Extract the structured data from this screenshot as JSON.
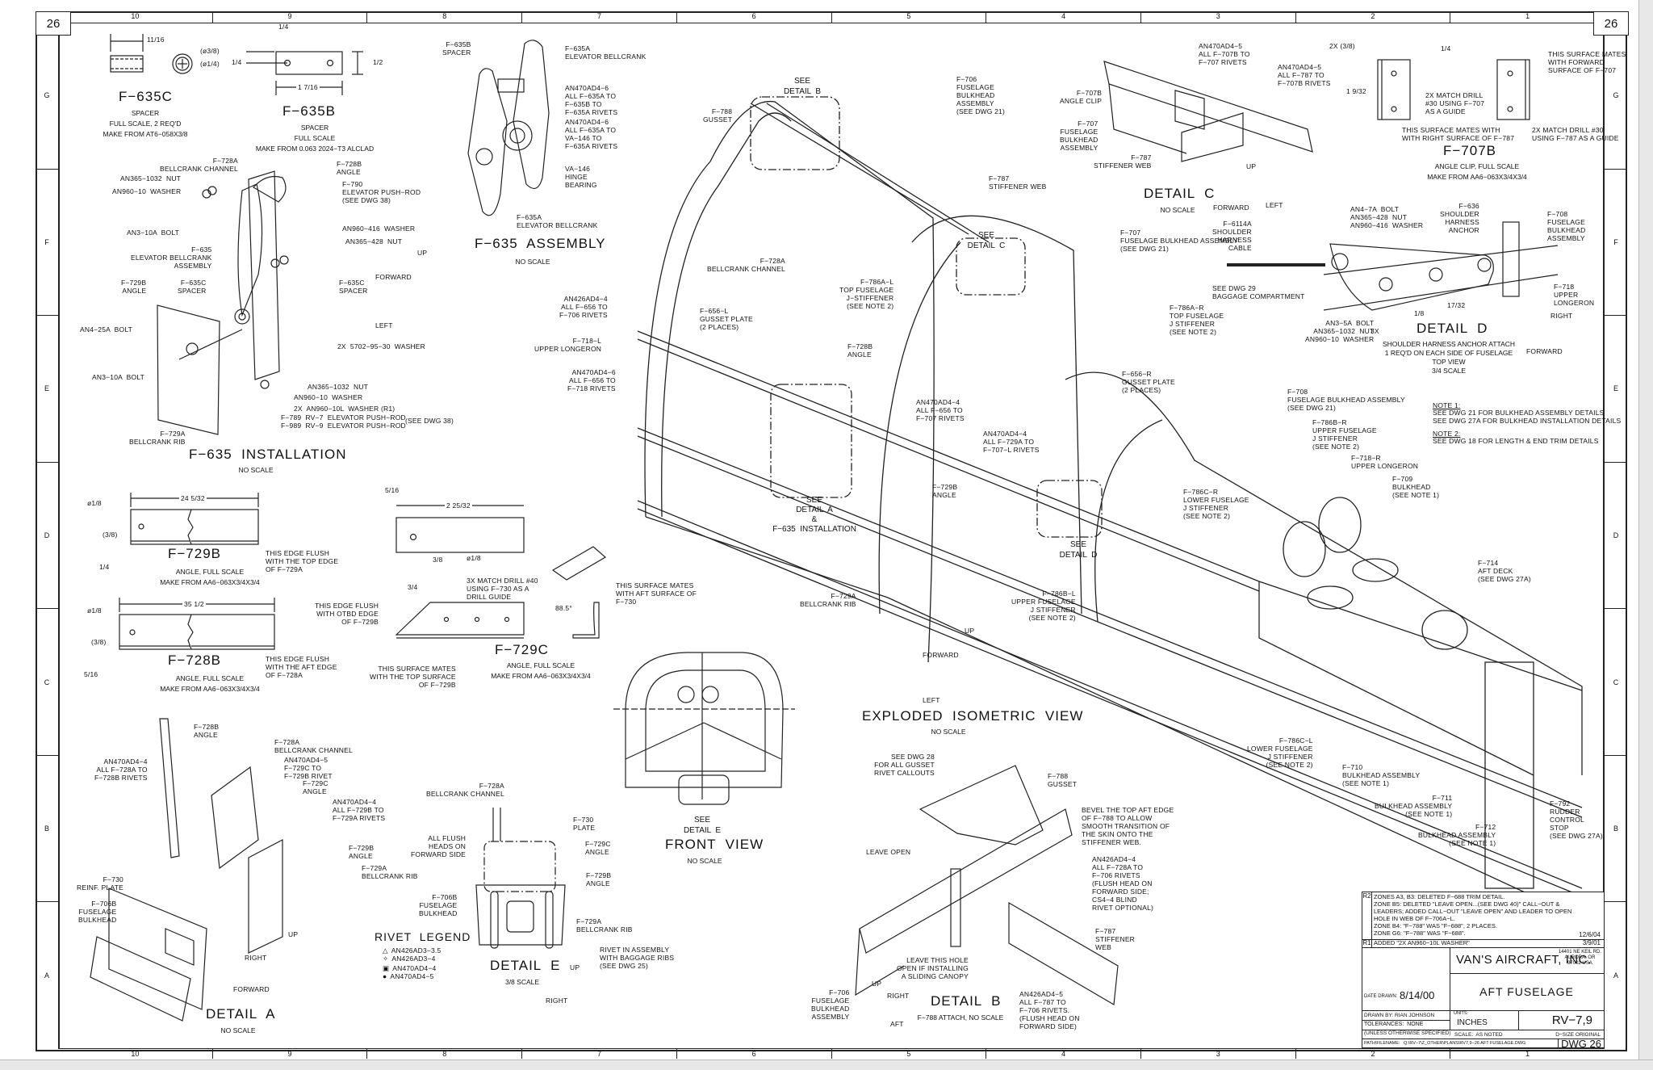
{
  "sheet": {
    "dwg_number_corner": "26",
    "zones_top": [
      "10",
      "9",
      "8",
      "7",
      "6",
      "5",
      "4",
      "3",
      "2",
      "1"
    ],
    "zones_bottom": [
      "10",
      "9",
      "8",
      "7",
      "6",
      "5",
      "4",
      "3",
      "2",
      "1"
    ],
    "zones_side": [
      "G",
      "F",
      "E",
      "D",
      "C",
      "B",
      "A"
    ]
  },
  "views": {
    "f635c": {
      "title": "F−635C",
      "sub": "SPACER\nFULL SCALE, 2 REQ'D\nMAKE FROM AT6−058X3/8",
      "dims": {
        "length": "11/16",
        "od": "(ø3/8)",
        "id": "(ø1/4)"
      }
    },
    "f635b": {
      "title": "F−635B",
      "sub": "SPACER\nFULL SCALE\nMAKE FROM 0.063 2024−T3 ALCLAD",
      "dims": {
        "top": "1/4",
        "left": "1/4",
        "height": "1/2",
        "length": "1 7/16"
      }
    },
    "f635_assembly": {
      "title": "F−635  ASSEMBLY",
      "sub": "NO SCALE",
      "callouts": [
        "F−635B\nSPACER",
        "F−635A\nELEVATOR BELLCRANK",
        "AN470AD4−6\nALL F−635A TO\nF−635B TO\nF−635A RIVETS",
        "AN470AD4−6\nALL F−635A TO\nVA−146 TO\nF−635A RIVETS",
        "VA−146\nHINGE\nBEARING",
        "F−635A\nELEVATOR BELLCRANK"
      ]
    },
    "f635_installation": {
      "title": "F−635  INSTALLATION",
      "sub": "NO SCALE",
      "callouts": [
        "F−728A\nBELLCRANK CHANNEL",
        "F−728B\nANGLE",
        "AN365−1032  NUT",
        "AN960−10  WASHER",
        "F−790\nELEVATOR PUSH−ROD\n(SEE DWG 38)",
        "AN3−10A  BOLT",
        "AN960−416  WASHER",
        "AN365−428  NUT",
        "F−635\nELEVATOR BELLCRANK\nASSEMBLY",
        "F−729B\nANGLE",
        "F−635C\nSPACER",
        "F−635C\nSPACER",
        "AN4−25A  BOLT",
        "2X  5702−95−30  WASHER",
        "AN3−10A  BOLT",
        "AN365−1032  NUT",
        "AN960−10  WASHER",
        "2X  AN960−10L  WASHER (R1)",
        "F−789  RV−7  ELEVATOR PUSH−ROD\nF−989  RV−9  ELEVATOR PUSH−ROD",
        "(SEE DWG 38)",
        "F−729A\nBELLCRANK RIB"
      ],
      "axes": {
        "up": "UP",
        "forward": "FORWARD",
        "left": "LEFT"
      }
    },
    "f729b": {
      "title": "F−729B",
      "sub": "ANGLE, FULL SCALE\nMAKE FROM AA6−063X3/4X3/4",
      "dims": {
        "hole": "ø1/8",
        "length": "24 5/32",
        "height": "(3/8)",
        "offset": "1/4"
      },
      "note": "THIS EDGE FLUSH\nWITH THE TOP EDGE\nOF F−729A"
    },
    "f728b": {
      "title": "F−728B",
      "sub": "ANGLE, FULL SCALE\nMAKE FROM AA6−063X3/4X3/4",
      "dims": {
        "hole": "ø1/8",
        "length": "35 1/2",
        "height": "(3/8)",
        "offset": "5/16"
      },
      "note": "THIS EDGE FLUSH\nWITH THE AFT EDGE\nOF F−728A"
    },
    "f729c": {
      "title": "F−729C",
      "sub": "ANGLE, FULL SCALE\nMAKE FROM AA6−063X3/4X3/4",
      "dims": {
        "top": "5/16",
        "length": "2 25/32",
        "hole_offset": "3/8",
        "hole": "ø1/8",
        "chamfer": "3/4",
        "angle": "88.5°"
      },
      "notes": [
        "3X MATCH DRILL #40\nUSING F−730 AS A\nDRILL GUIDE",
        "THIS EDGE FLUSH\nWITH OTBD EDGE\nOF F−729B",
        "THIS SURFACE MATES\nWITH THE TOP SURFACE\nOF F−729B",
        "THIS SURFACE MATES\nWITH AFT SURFACE OF\nF−730"
      ]
    },
    "detail_a": {
      "title": "DETAIL  A",
      "sub": "NO SCALE",
      "callouts": [
        "F−728B\nANGLE",
        "F−728A\nBELLCRANK CHANNEL",
        "AN470AD4−4\nALL F−728A TO\nF−728B RIVETS",
        "AN470AD4−5\nF−729C TO\nF−729B RIVET",
        "F−729C\nANGLE",
        "AN470AD4−4\nALL F−729B TO\nF−729A RIVETS",
        "F−729B\nANGLE",
        "F−729A\nBELLCRANK RIB",
        "F−730\nREINF. PLATE",
        "F−706B\nFUSELAGE\nBULKHEAD"
      ],
      "axes": {
        "up": "UP",
        "right": "RIGHT",
        "forward": "FORWARD"
      }
    },
    "detail_e": {
      "title": "DETAIL  E",
      "sub": "3/8 SCALE",
      "callouts": [
        "F−728A\nBELLCRANK CHANNEL",
        "F−730\nPLATE",
        "ALL FLUSH\nHEADS ON\nFORWARD SIDE",
        "F−729C\nANGLE",
        "F−729B\nANGLE",
        "F−706B\nFUSELAGE\nBULKHEAD",
        "F−729A\nBELLCRANK RIB",
        "RIVET IN ASSEMBLY\nWITH BAGGAGE RIBS\n(SEE DWG 25)"
      ],
      "axes": {
        "up": "UP",
        "right": "RIGHT"
      }
    },
    "rivet_legend": {
      "title": "RIVET  LEGEND",
      "items": [
        {
          "symbol": "△",
          "label": "AN426AD3−3.5"
        },
        {
          "symbol": "✧",
          "label": "AN426AD3−4"
        },
        {
          "symbol": "▣",
          "label": "AN470AD4−4"
        },
        {
          "symbol": "●",
          "label": "AN470AD4−5"
        }
      ]
    },
    "front_view": {
      "title": "FRONT  VIEW",
      "sub": "NO SCALE",
      "see": "SEE\nDETAIL  E"
    },
    "isometric": {
      "title": "EXPLODED  ISOMETRIC  VIEW",
      "sub": "NO SCALE",
      "see_b": "SEE\nDETAIL  B",
      "see_c": "SEE\nDETAIL  C",
      "see_d": "SEE\nDETAIL  D",
      "see_a": "SEE\nDETAIL  A\n&\nF−635  INSTALLATION",
      "callouts": [
        {
          "id": "f788",
          "text": "F−788\nGUSSET"
        },
        {
          "id": "f706",
          "text": "F−706\nFUSELAGE\nBULKHEAD\nASSEMBLY\n(SEE DWG 21)"
        },
        {
          "id": "f787",
          "text": "F−787\nSTIFFENER WEB"
        },
        {
          "id": "f728a",
          "text": "F−728A\nBELLCRANK CHANNEL"
        },
        {
          "id": "f786al",
          "text": "F−786A−L\nTOP FUSELAGE\nJ−STIFFENER\n(SEE NOTE 2)"
        },
        {
          "id": "f707",
          "text": "F−707\nFUSELAGE BULKHEAD ASSEMBLY\n(SEE DWG 21)"
        },
        {
          "id": "an426",
          "text": "AN426AD4−4\nALL F−656 TO\nF−706 RIVETS"
        },
        {
          "id": "f656l",
          "text": "F−656−L\nGUSSET PLATE\n(2 PLACES)"
        },
        {
          "id": "f718l",
          "text": "F−718−L\nUPPER LONGERON"
        },
        {
          "id": "an470_6",
          "text": "AN470AD4−6\nALL F−656 TO\nF−718 RIVETS"
        },
        {
          "id": "f728b",
          "text": "F−728B\nANGLE"
        },
        {
          "id": "f786ar",
          "text": "F−786A−R\nTOP FUSELAGE\nJ STIFFENER\n(SEE NOTE 2)"
        },
        {
          "id": "f656r",
          "text": "F−656−R\nGUSSET PLATE\n(2 PLACES)"
        },
        {
          "id": "an470_4a",
          "text": "AN470AD4−4\nALL F−656 TO\nF−707 RIVETS"
        },
        {
          "id": "an470_4b",
          "text": "AN470AD4−4\nALL F−729A TO\nF−707−L RIVETS"
        },
        {
          "id": "f729b",
          "text": "F−729B\nANGLE"
        },
        {
          "id": "f708",
          "text": "F−708\nFUSELAGE BULKHEAD ASSEMBLY\n(SEE DWG 21)"
        },
        {
          "id": "f786br",
          "text": "F−786B−R\nUPPER FUSELAGE\nJ STIFFENER\n(SEE NOTE 2)"
        },
        {
          "id": "f718r",
          "text": "F−718−R\nUPPER LONGERON"
        },
        {
          "id": "f709",
          "text": "F−709\nBULKHEAD\n(SEE NOTE 1)"
        },
        {
          "id": "f786cr",
          "text": "F−786C−R\nLOWER FUSELAGE\nJ STIFFENER\n(SEE NOTE 2)"
        },
        {
          "id": "f729a",
          "text": "F−729A\nBELLCRANK RIB"
        },
        {
          "id": "f786bl",
          "text": "F−786B−L\nUPPER FUSELAGE\nJ STIFFENER\n(SEE NOTE 2)"
        },
        {
          "id": "f714",
          "text": "F−714\nAFT DECK\n(SEE DWG 27A)"
        },
        {
          "id": "f786cl",
          "text": "F−786C−L\nLOWER FUSELAGE\nJ STIFFENER\n(SEE NOTE 2)"
        },
        {
          "id": "f710",
          "text": "F−710\nBULKHEAD ASSEMBLY\n(SEE NOTE 1)"
        },
        {
          "id": "f711",
          "text": "F−711\nBULKHEAD ASSEMBLY\n(SEE NOTE 1)"
        },
        {
          "id": "f712",
          "text": "F−712\nBULKHEAD ASSEMBLY\n(SEE NOTE 1)"
        },
        {
          "id": "f792",
          "text": "F−792\nRUDDER\nCONTROL\nSTOP\n(SEE DWG 27A)"
        }
      ],
      "axes": {
        "up": "UP",
        "forward": "FORWARD",
        "left": "LEFT"
      }
    },
    "detail_b": {
      "title": "DETAIL  B",
      "sub": "F−788 ATTACH, NO SCALE",
      "callouts": [
        "SEE DWG 28\nFOR ALL GUSSET\nRIVET CALLOUTS",
        "F−788\nGUSSET",
        "BEVEL THE TOP AFT EDGE\nOF F−788 TO ALLOW\nSMOOTH TRANSITION OF\nTHE SKIN ONTO THE\nSTIFFENER WEB.",
        "LEAVE OPEN",
        "AN426AD4−4\nALL F−728A TO\nF−706 RIVETS\n(FLUSH HEAD ON\nFORWARD SIDE;\nCS4−4 BLIND\nRIVET OPTIONAL)",
        "F−787\nSTIFFENER\nWEB",
        "LEAVE THIS HOLE\nOPEN IF INSTALLING\nA SLIDING CANOPY",
        "F−706\nFUSELAGE\nBULKHEAD\nASSEMBLY",
        "AN426AD4−5\nALL F−787 TO\nF−706 RIVETS.\n(FLUSH HEAD ON\nFORWARD SIDE)"
      ],
      "axes": {
        "up": "UP",
        "right": "RIGHT",
        "aft": "AFT"
      }
    },
    "detail_c": {
      "title": "DETAIL  C",
      "sub": "NO SCALE",
      "callouts": [
        "AN470AD4−5\nALL F−707B TO\nF−707 RIVETS",
        "AN470AD4−5\nALL F−787 TO\nF−707B RIVETS",
        "F−707B\nANGLE CLIP",
        "F−707\nFUSELAGE\nBULKHEAD\nASSEMBLY",
        "F−787\nSTIFFENER WEB"
      ],
      "axes": {
        "up": "UP",
        "forward": "FORWARD",
        "left": "LEFT"
      }
    },
    "f707b": {
      "title": "F−707B",
      "sub": "ANGLE CLIP, FULL SCALE\nMAKE FROM AA6−063X3/4X3/4",
      "dims": {
        "edge": "2X (3/8)",
        "top": "1/4",
        "height": "1 9/32"
      },
      "notes": [
        "2X MATCH DRILL\n#30 USING F−707\nAS A GUIDE",
        "THIS SURFACE MATES WITH\nWITH RIGHT SURFACE OF F−787",
        "THIS SURFACE MATES\nWITH FORWARD\nSURFACE OF F−707",
        "2X MATCH DRILL #30\nUSING F−787 AS A GUIDE"
      ]
    },
    "detail_d": {
      "title": "DETAIL  D",
      "sub": "SHOULDER HARNESS ANCHOR ATTACH\n1 REQ'D ON EACH SIDE OF FUSELAGE\nTOP VIEW\n3/4 SCALE",
      "callouts": [
        "AN4−7A  BOLT\nAN365−428  NUT\nAN960−416  WASHER",
        "F−636\nSHOULDER\nHARNESS\nANCHOR",
        "F−708\nFUSELAGE\nBULKHEAD\nASSEMBLY",
        "F−6114A\nSHOULDER\nHARNESS\nCABLE",
        "SEE DWG 29\nBAGGAGE COMPARTMENT",
        "F−718\nUPPER\nLONGERON",
        "AN3−5A  BOLT\nAN365−1032  NUT\nAN960−10  WASHER",
        "3X"
      ],
      "dims": {
        "offset": "1/8",
        "spacing": "17/32"
      },
      "axes": {
        "right": "RIGHT",
        "forward": "FORWARD"
      }
    },
    "notes": {
      "note1_title": "NOTE 1:",
      "note1": "SEE DWG 21 FOR BULKHEAD ASSEMBLY DETAILS\nSEE DWG 27A FOR BULKHEAD INSTALLATION DETAILS",
      "note2_title": "NOTE 2:",
      "note2": "SEE DWG 18 FOR LENGTH & END TRIM DETAILS"
    }
  },
  "title_block": {
    "revisions": [
      {
        "id": "R2",
        "text": "ZONES A3, B3: DELETED F−688 TRIM DETAIL.\nZONE B5: DELETED \"LEAVE OPEN...(SEE DWG 40)\" CALL−OUT &\nLEADERS; ADDED CALL−OUT \"LEAVE OPEN\" AND LEADER TO OPEN\nHOLE IN WEB OF F−706A−L.\nZONE B4: \"F−788\" WAS \"F−688\", 2 PLACES.\nZONE G6: \"F−788\" WAS \"F−688\".",
        "date": "12/6/04"
      },
      {
        "id": "R1",
        "text": "ADDED \"2X AN960−10L WASHER\"",
        "date": "3/9/01"
      }
    ],
    "company": "VAN'S  AIRCRAFT,  INC.",
    "address": "14401 NE KEIL RD.\nAURORA, OR\n97002 USA",
    "drawing_title": "AFT  FUSELAGE",
    "date_drawn_label": "DATE DRAWN:",
    "date_drawn": "8/14/00",
    "drawn_by": "DRAWN BY: RIAN JOHNSON",
    "tolerances": "TOLERANCES:  NONE",
    "tolerances_note": "(UNLESS OTHERWISE SPECIFIED)",
    "units_label": "UNITS:",
    "units": "INCHES",
    "model": "RV−7,9",
    "scale": "SCALE:  AS NOTED",
    "size": "D−SIZE ORIGINAL",
    "path": "PATH\\FILENAME:   Q:\\RV−7\\Z_OTHER\\PLANS\\RV7,9−26 AFT FUSELAGE.DWG",
    "dwg": "DWG  26"
  }
}
